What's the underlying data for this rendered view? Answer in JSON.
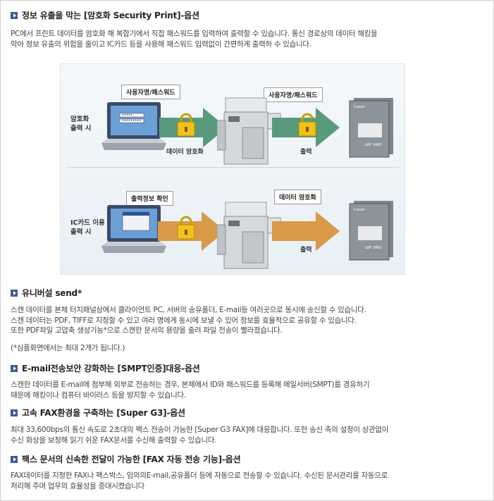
{
  "sections": [
    {
      "title": "정보 유출을 막는 [암호화 Security Print]-옵션",
      "lines": [
        "PC에서 프린트 데이터를 암호화 해 복합기에서 직접 패스워드를 입력하여 출력할 수 있습니다. 통신 경로상의 데이터 해킹을",
        "막아 정보 유출의 위험을 줄이고 IC카드 등을 사용해 패스워드 입력없이 간편하게 출력하 수 있습니다."
      ]
    },
    {
      "title": "유니버설 send*",
      "lines": [
        "스캔 데이터를 본체 터치패널상에서 클라이언트 PC, 서버의 송유폴더, E-mail등 여러곳으로 동시에 송신할 수 있습니다.",
        "스캔 데이터는 PDF, TIFF로 지정할 수 있고 여러 명에게 동시에 보낼 수 있어 정보를 효율적으로 공유할 수 있습니다.",
        "또한 PDF파일 고압축 생성기능*으로 스캔한 문서의 용량을 줄려 파일 전송이 빨라졌습니다.",
        "",
        "(*심플화면에서는 최대 2개가 됩니다.)"
      ]
    },
    {
      "title": "E-mail전송보안 강화하는 [SMPT인증]대응-옵션",
      "lines": [
        "스캔한 데이터를 E-mail에 첨부해 외부로 전송하는 경우, 본체에서 ID와 패스워드를 등록해 메일서버(SMPT)를 경유하기",
        "때문에 해킹이나 컴퓨터 바이러스 등을 방지할 수 있습니다."
      ]
    },
    {
      "title": "고속 FAX환경을 구축하는 [Super G3]-옵션",
      "lines": [
        "최대 33,600bps의 통신 속도로 2초대의 팩스 전송이 가능한 [Super G3 FAX]에 대응합니다. 또한 송신 측의 설정이 상관없이",
        "수신 화상을 보정해 읽기 쉬운 FAX문서를 수신해 출력할 수 있습니다."
      ]
    },
    {
      "title": "팩스 문서의 신속한 전달이 가능한 [FAX 자동 전송 기능]-옵션",
      "lines": [
        "FAX데이터를 지정한 FAX나 팩스박스, 임의의E-mail,공유폴더 등에 자동으로 전송할 수 있습니다. 수신된 문서관리를 자동으로",
        "처리해 주며 업무의 효율성을 증대시켰습니다"
      ]
    }
  ],
  "diagram": {
    "row1_label": [
      "암호화",
      "출력 시"
    ],
    "row2_label": [
      "IC카드 이용",
      "출력 시"
    ],
    "row1_left_callout": "사용자명/패스워드",
    "row1_right_callout": "사용자명/패스워드",
    "row1_encrypt_caption": "데이터 암호화",
    "row1_output_caption": "출력",
    "row2_left_callout": "출력정보 확인",
    "row2_right_callout": "데이터 암호화",
    "row2_output_caption": "출력",
    "password_field_1": "*****",
    "password_field_2": "*********",
    "doc_brand": "Canon",
    "doc_model": "LBP 3460",
    "colors": {
      "section_bullet": "#3d5a99",
      "arrow_green": "#5a9a7c",
      "arrow_orange": "#d99a4a",
      "lock_yellow": "#f2c21b"
    }
  }
}
